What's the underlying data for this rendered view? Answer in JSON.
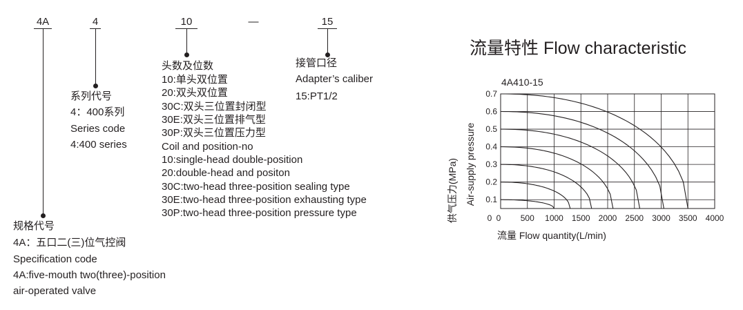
{
  "code": {
    "series": "4A",
    "size": "4",
    "coil": "10",
    "dash": "—",
    "caliber": "15"
  },
  "spec": {
    "lines": [
      "规格代号",
      "4A：五口二(三)位气控阀",
      "Specification code",
      "4A:five-mouth two(three)-position",
      "air-operated valve"
    ]
  },
  "series_code": {
    "lines": [
      "系列代号",
      "4：400系列",
      "Series code",
      "4:400 series"
    ]
  },
  "coil": {
    "lines": [
      "头数及位数",
      "10:单头双位置",
      "20:双头双位置",
      "30C:双头三位置封闭型",
      "30E:双头三位置排气型",
      "30P:双头三位置压力型",
      "Coil and position-no",
      "10:single-head double-position",
      "20:double-head and positon",
      "30C:two-head three-position sealing type",
      "30E:two-head three-position exhausting type",
      "30P:two-head three-position pressure type"
    ]
  },
  "caliber": {
    "lines": [
      "接管口径",
      "Adapter’s caliber",
      "15:PT1/2"
    ]
  },
  "chart_data": {
    "type": "line",
    "title": "流量特性 Flow characteristic",
    "model": "4A410-15",
    "xlabel": "流量 Flow quantity(L/min)",
    "ylabel": [
      "供气压力(MPa)",
      "Air-supply pressure"
    ],
    "xlim": [
      0,
      4000
    ],
    "ylim": [
      0.05,
      0.7
    ],
    "x_ticks": [
      "0",
      "500",
      "1000",
      "1500",
      "2000",
      "2500",
      "3000",
      "3500",
      "4000"
    ],
    "y_ticks": [
      "0.1",
      "0.2",
      "0.3",
      "0.4",
      "0.5",
      "0.6",
      "0.7"
    ],
    "grid": true,
    "series": [
      {
        "pressure": 0.1,
        "max_flow": 1000
      },
      {
        "pressure": 0.2,
        "max_flow": 1300
      },
      {
        "pressure": 0.3,
        "max_flow": 1700
      },
      {
        "pressure": 0.4,
        "max_flow": 2100
      },
      {
        "pressure": 0.5,
        "max_flow": 2600
      },
      {
        "pressure": 0.6,
        "max_flow": 3050
      },
      {
        "pressure": 0.7,
        "max_flow": 3500
      }
    ]
  }
}
